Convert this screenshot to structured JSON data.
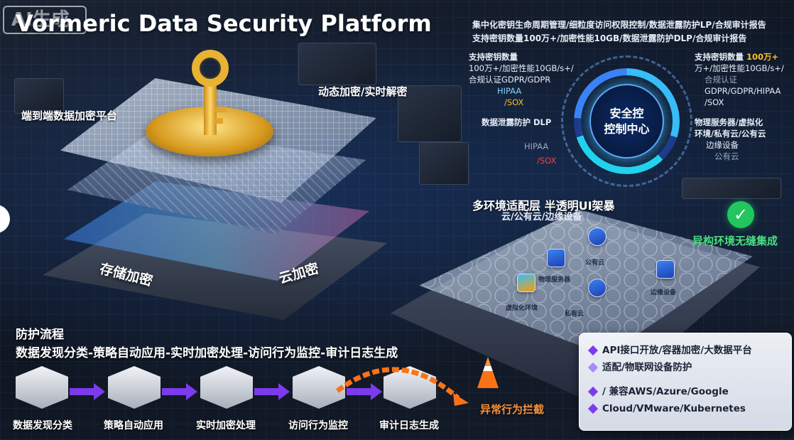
{
  "watermark": "AI生成",
  "title": "Vormeric Data Security Platform",
  "labels": {
    "e2e": "端到端数据加密平台",
    "dynamic": "动态加密/实时解密",
    "storage": "存储加密",
    "cloud": "云加密",
    "multi_env": "多环境适配层 半透明UI架暴",
    "multi_env_sub": "云/公有云/边缘设备",
    "seamless": "异构环境无缝集成",
    "intercept": "异常行为拦截"
  },
  "top_info": {
    "line1": "集中化密钥生命周期管理/细粒度访问权限控制/数据泄露防护LP/合规审计报告",
    "line2": "支持密钥数量100万+/加密性能10GB/数据泄露防护DLP/合规审计报告"
  },
  "security_center": {
    "line1": "安全控",
    "line2": "控制中心"
  },
  "left_info": {
    "a1": "支持密钥数量",
    "a2": "100万+/加密性能10GB/s+/",
    "a3": "合规认证GDPR/GDPR",
    "a4": "HIPAA",
    "a5": "/SOX",
    "b1": "数据泄露防护 DLP",
    "b2": "HIPAA",
    "b3": "/SOX"
  },
  "right_info": {
    "a1": "支持密钥数量",
    "a1_val": "100万+",
    "a2": "万+/加密性能10GB/s+/",
    "a3": "合规认证",
    "a4": "GDPR/GDPR/HIPAA",
    "a5": "/SOX",
    "b1": "物理服务器/虚拟化",
    "b2": "环境/私有云/公有云",
    "b3": "边缘设备",
    "b4": "公有云"
  },
  "nodes": {
    "physical": "物理服务器",
    "public_cloud": "公有云",
    "virtual": "虚拟化环境",
    "private_cloud": "私有云",
    "edge": "边缘设备"
  },
  "process": {
    "title": "防护流程",
    "subtitle": "数据发现分类-策略自动应用-实时加密处理-访问行为监控-审计日志生成",
    "steps": [
      "数据发现分类",
      "策略自动应用",
      "实时加密处理",
      "访问行为监控",
      "审计日志生成"
    ]
  },
  "integration": {
    "r1": "API接口开放/容器加密/大数据平台",
    "r2": "适配/物联网设备防护",
    "r3": "/ 兼容AWS/Azure/Google",
    "r4": "Cloud/VMware/Kubernetes"
  },
  "colors": {
    "accent": "#7c3aed",
    "ok": "#22c55e",
    "warn": "#f97316",
    "gold": "#e8b232"
  }
}
